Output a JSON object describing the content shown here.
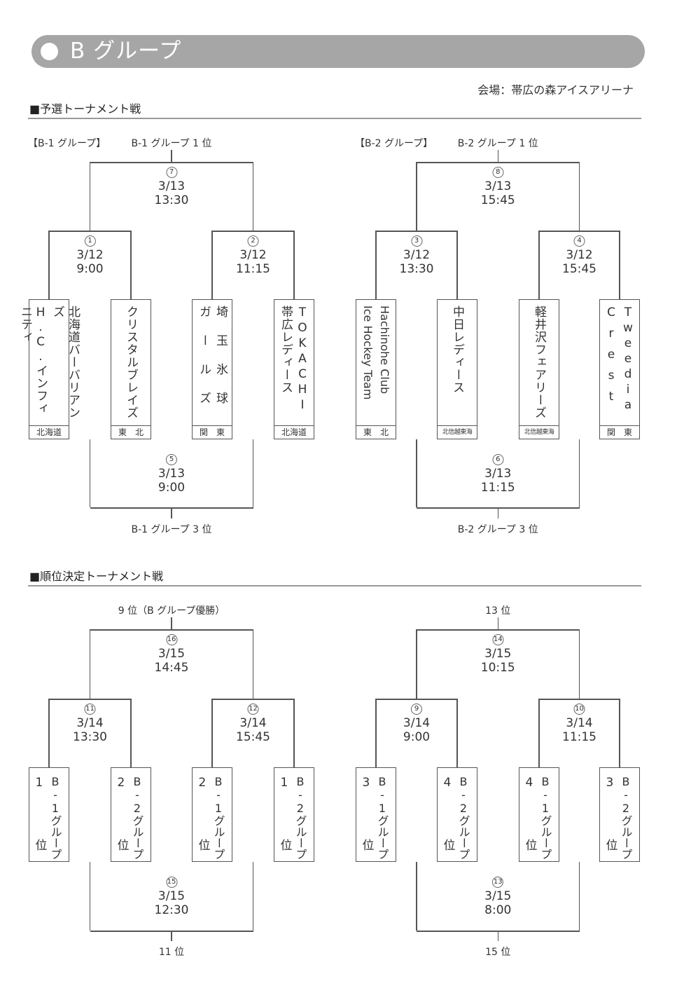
{
  "header": {
    "title": "B グループ",
    "venue": "会場：帯広の森アイスアリーナ"
  },
  "preliminary": {
    "section_title": "■予選トーナメント戦",
    "groups": [
      {
        "label": "【B-1 グループ】",
        "winner_label": "B-1 グループ 1 位",
        "third_label": "B-1 グループ 3 位",
        "final": {
          "num": "7",
          "date": "3/13",
          "time": "13:30"
        },
        "semis": [
          {
            "num": "1",
            "date": "3/12",
            "time": "9:00"
          },
          {
            "num": "2",
            "date": "3/12",
            "time": "11:15"
          }
        ],
        "consolation": {
          "num": "5",
          "date": "3/13",
          "time": "9:00"
        },
        "teams": [
          {
            "name_lines": [
              "北海道バーバリアンズ",
              "H.C.インフィニティ"
            ],
            "region": "北海道"
          },
          {
            "name_lines": [
              "クリスタルブレイズ"
            ],
            "region": "東　北"
          },
          {
            "name_lines": [
              "埼玉氷球",
              "ガールズ"
            ],
            "region": "関　東"
          },
          {
            "name_lines": [
              "TOKACHI",
              "帯広レディース"
            ],
            "region": "北海道"
          }
        ]
      },
      {
        "label": "【B-2 グループ】",
        "winner_label": "B-2 グループ 1 位",
        "third_label": "B-2 グループ 3 位",
        "final": {
          "num": "8",
          "date": "3/13",
          "time": "15:45"
        },
        "semis": [
          {
            "num": "3",
            "date": "3/12",
            "time": "13:30"
          },
          {
            "num": "4",
            "date": "3/12",
            "time": "15:45"
          }
        ],
        "consolation": {
          "num": "6",
          "date": "3/13",
          "time": "11:15"
        },
        "teams": [
          {
            "name_lines": [
              "Hachinohe Club",
              "Ice Hockey Team"
            ],
            "region": "東　北"
          },
          {
            "name_lines": [
              "中日レディース"
            ],
            "region": "北信越東海"
          },
          {
            "name_lines": [
              "軽井沢フェアリーズ"
            ],
            "region": "北信越東海"
          },
          {
            "name_lines": [
              "Tweedia",
              "Crest"
            ],
            "region": "関　東"
          }
        ]
      }
    ]
  },
  "placement": {
    "section_title": "■順位決定トーナメント戦",
    "brackets": [
      {
        "winner_label": "9 位（B グループ優勝）",
        "loser_label": "11 位",
        "final": {
          "num": "16",
          "date": "3/15",
          "time": "14:45"
        },
        "semis": [
          {
            "num": "11",
            "date": "3/14",
            "time": "13:30"
          },
          {
            "num": "12",
            "date": "3/14",
            "time": "15:45"
          }
        ],
        "consolation": {
          "num": "15",
          "date": "3/15",
          "time": "12:30"
        },
        "slots": [
          {
            "group": "B-1グループ",
            "rank": "1",
            "suffix": "位"
          },
          {
            "group": "B-2グループ",
            "rank": "2",
            "suffix": "位"
          },
          {
            "group": "B-1グループ",
            "rank": "2",
            "suffix": "位"
          },
          {
            "group": "B-2グループ",
            "rank": "1",
            "suffix": "位"
          }
        ]
      },
      {
        "winner_label": "13 位",
        "loser_label": "15 位",
        "final": {
          "num": "14",
          "date": "3/15",
          "time": "10:15"
        },
        "semis": [
          {
            "num": "9",
            "date": "3/14",
            "time": "9:00"
          },
          {
            "num": "10",
            "date": "3/14",
            "time": "11:15"
          }
        ],
        "consolation": {
          "num": "13",
          "date": "3/15",
          "time": "8:00"
        },
        "slots": [
          {
            "group": "B-1グループ",
            "rank": "3",
            "suffix": "位"
          },
          {
            "group": "B-2グループ",
            "rank": "4",
            "suffix": "位"
          },
          {
            "group": "B-1グループ",
            "rank": "4",
            "suffix": "位"
          },
          {
            "group": "B-2グループ",
            "rank": "3",
            "suffix": "位"
          }
        ]
      }
    ]
  }
}
